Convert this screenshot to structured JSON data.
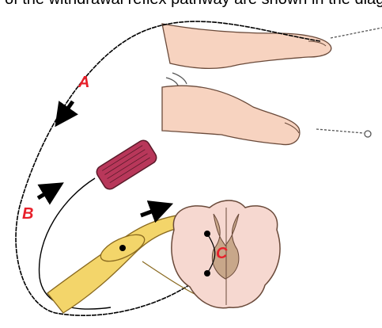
{
  "caption_fragment": "of the withdrawal reflex pathway are shown in the diagram",
  "labels": {
    "a": "A",
    "b": "B",
    "c": "C"
  },
  "colors": {
    "label_red": "#e8202a",
    "skin": "#f7d3c0",
    "skin_outline": "#6a4a3a",
    "nerve_yellow": "#f3d56a",
    "muscle_red": "#b8375a",
    "cord_pink": "#f6d8d0",
    "grey_matter": "#c8a78a"
  },
  "icons": [
    "pin-icon",
    "arrow-icon"
  ]
}
